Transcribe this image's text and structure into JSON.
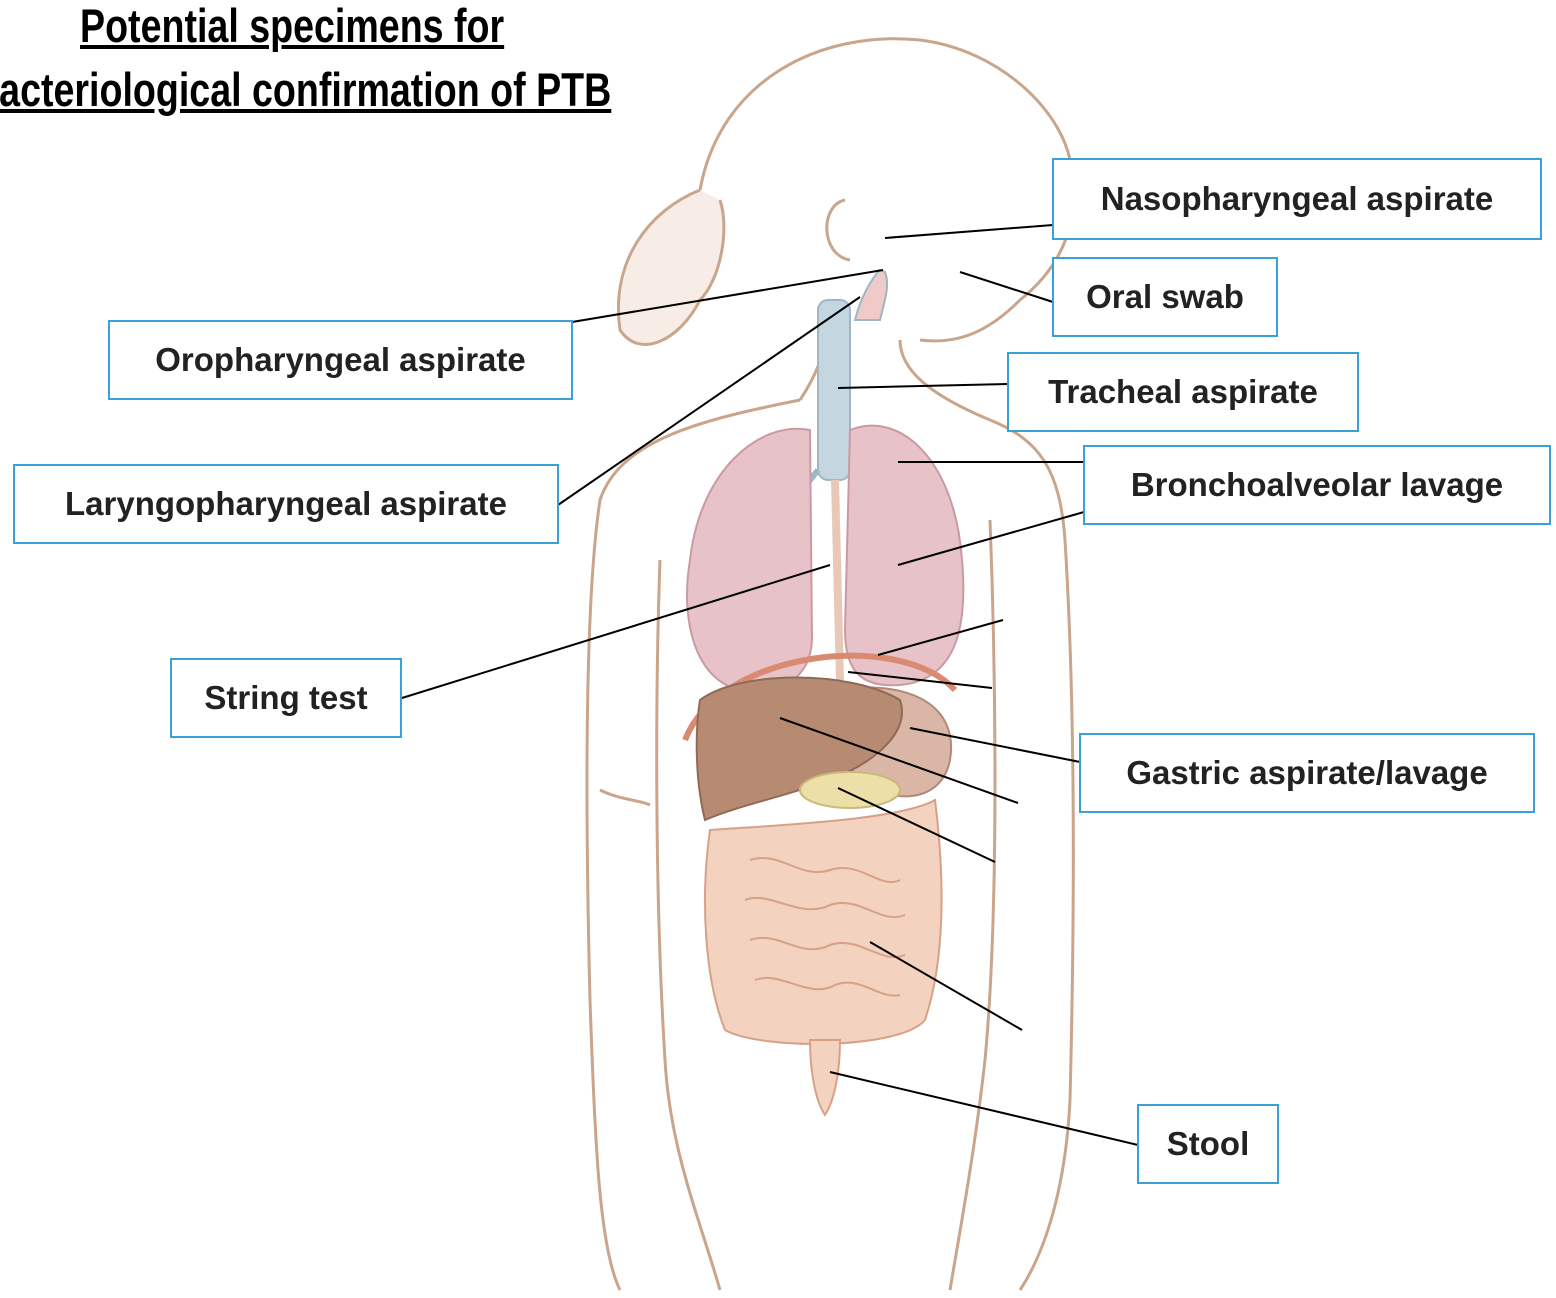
{
  "title": {
    "line1": "Potential specimens for ",
    "line2": "Bacteriological confirmation of PTB "
  },
  "labels": {
    "nasopharyngeal": "Nasopharyngeal aspirate",
    "oral_swab": "Oral swab",
    "oropharyngeal": "Oropharyngeal aspirate",
    "tracheal": "Tracheal aspirate",
    "bronchoalveolar": "Bronchoalveolar lavage",
    "laryngopharyngeal": "Laryngopharyngeal aspirate",
    "string_test": "String test",
    "gastric": "Gastric aspirate/lavage",
    "stool": "Stool"
  },
  "colors": {
    "label_border": "#3aa0d8",
    "outline": "#c9a58c",
    "lung": "#e7c2c8",
    "liver": "#b78a72",
    "intestine": "#f3d2c0",
    "airway": "#c4d6e0"
  }
}
